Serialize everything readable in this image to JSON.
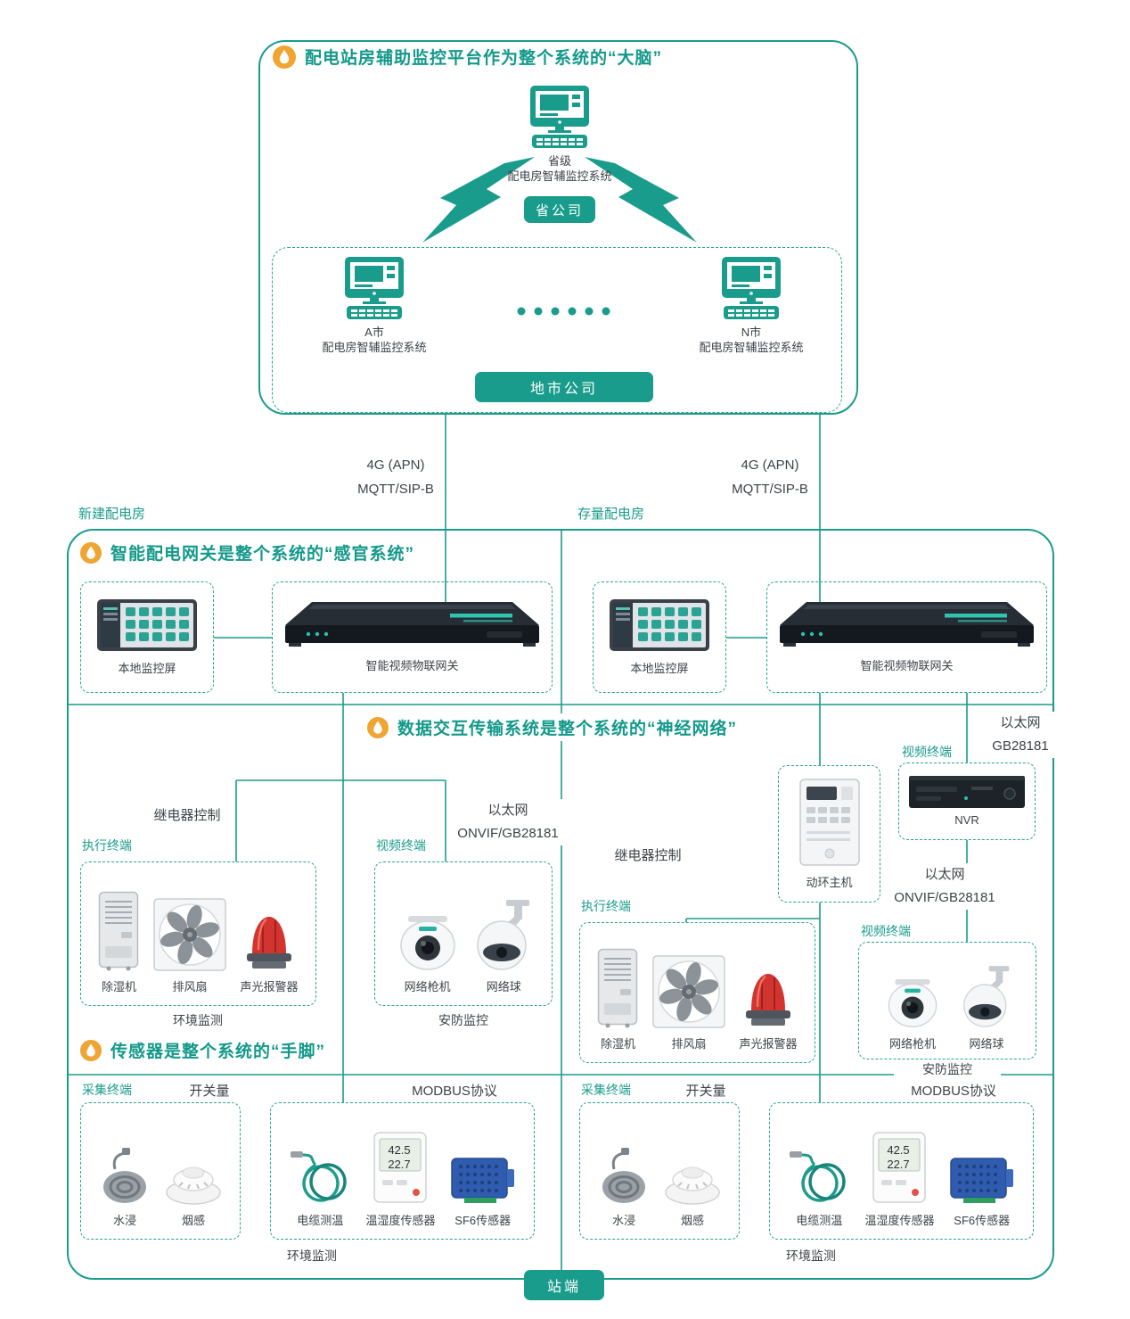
{
  "colors": {
    "teal": "#1a9c8c",
    "orange": "#f0a431",
    "dark": "#3d4348",
    "red": "#d23430",
    "blue": "#2f5cae"
  },
  "top": {
    "title": "配电站房辅助监控平台作为整个系统的“大脑”",
    "province_name": "省级",
    "province_sys": "配电房智辅监控系统",
    "province_badge": "省公司",
    "city_a_name": "A市",
    "city_a_sys": "配电房智辅监控系统",
    "city_n_name": "N市",
    "city_n_sys": "配电房智辅监控系统",
    "city_badge": "地市公司"
  },
  "uplinks": {
    "left_line1": "4G (APN)",
    "left_line2": "MQTT/SIP-B",
    "right_line1": "4G (APN)",
    "right_line2": "MQTT/SIP-B"
  },
  "room_labels": {
    "new": "新建配电房",
    "stock": "存量配电房"
  },
  "gateway": {
    "title": "智能配电网关是整个系统的“感官系统”",
    "left_screen": "本地监控屏",
    "left_gateway": "智能视频物联网关",
    "right_screen": "本地监控屏",
    "right_gateway": "智能视频物联网关"
  },
  "transmission": {
    "title": "数据交互传输系统是整个系统的“神经网络”",
    "left": {
      "relay": "继电器控制",
      "exec": "执行终端",
      "devices": [
        "除湿机",
        "排风扇",
        "声光报警器"
      ],
      "env": "环境监测",
      "eth1": "以太网",
      "eth2": "ONVIF/GB28181",
      "video": "视频终端",
      "cameras": [
        "网络枪机",
        "网络球"
      ],
      "security": "安防监控"
    },
    "right": {
      "host": "动环主机",
      "video_top": "视频终端",
      "nvr": "NVR",
      "eth_top1": "以太网",
      "eth_top2": "GB28181",
      "eth_mid1": "以太网",
      "eth_mid2": "ONVIF/GB28181",
      "relay": "继电器控制",
      "exec": "执行终端",
      "devices": [
        "除湿机",
        "排风扇",
        "声光报警器"
      ],
      "video": "视频终端",
      "cameras": [
        "网络枪机",
        "网络球"
      ],
      "security": "安防监控"
    }
  },
  "sensors": {
    "title": "传感器是整个系统的“手脚”",
    "left": {
      "terminal": "采集终端",
      "switch_label": "开关量",
      "switch_devices": [
        "水浸",
        "烟感"
      ],
      "modbus_label": "MODBUS协议",
      "modbus_devices": [
        "电缆测温",
        "温湿度传感器",
        "SF6传感器"
      ],
      "env": "环境监测"
    },
    "right": {
      "terminal": "采集终端",
      "switch_label": "开关量",
      "switch_devices": [
        "水浸",
        "烟感"
      ],
      "modbus_label": "MODBUS协议",
      "modbus_devices": [
        "电缆测温",
        "温湿度传感器",
        "SF6传感器"
      ],
      "env": "环境监测"
    },
    "station": "站端"
  },
  "readings": {
    "temp": "42.5",
    "hum": "22.7"
  }
}
